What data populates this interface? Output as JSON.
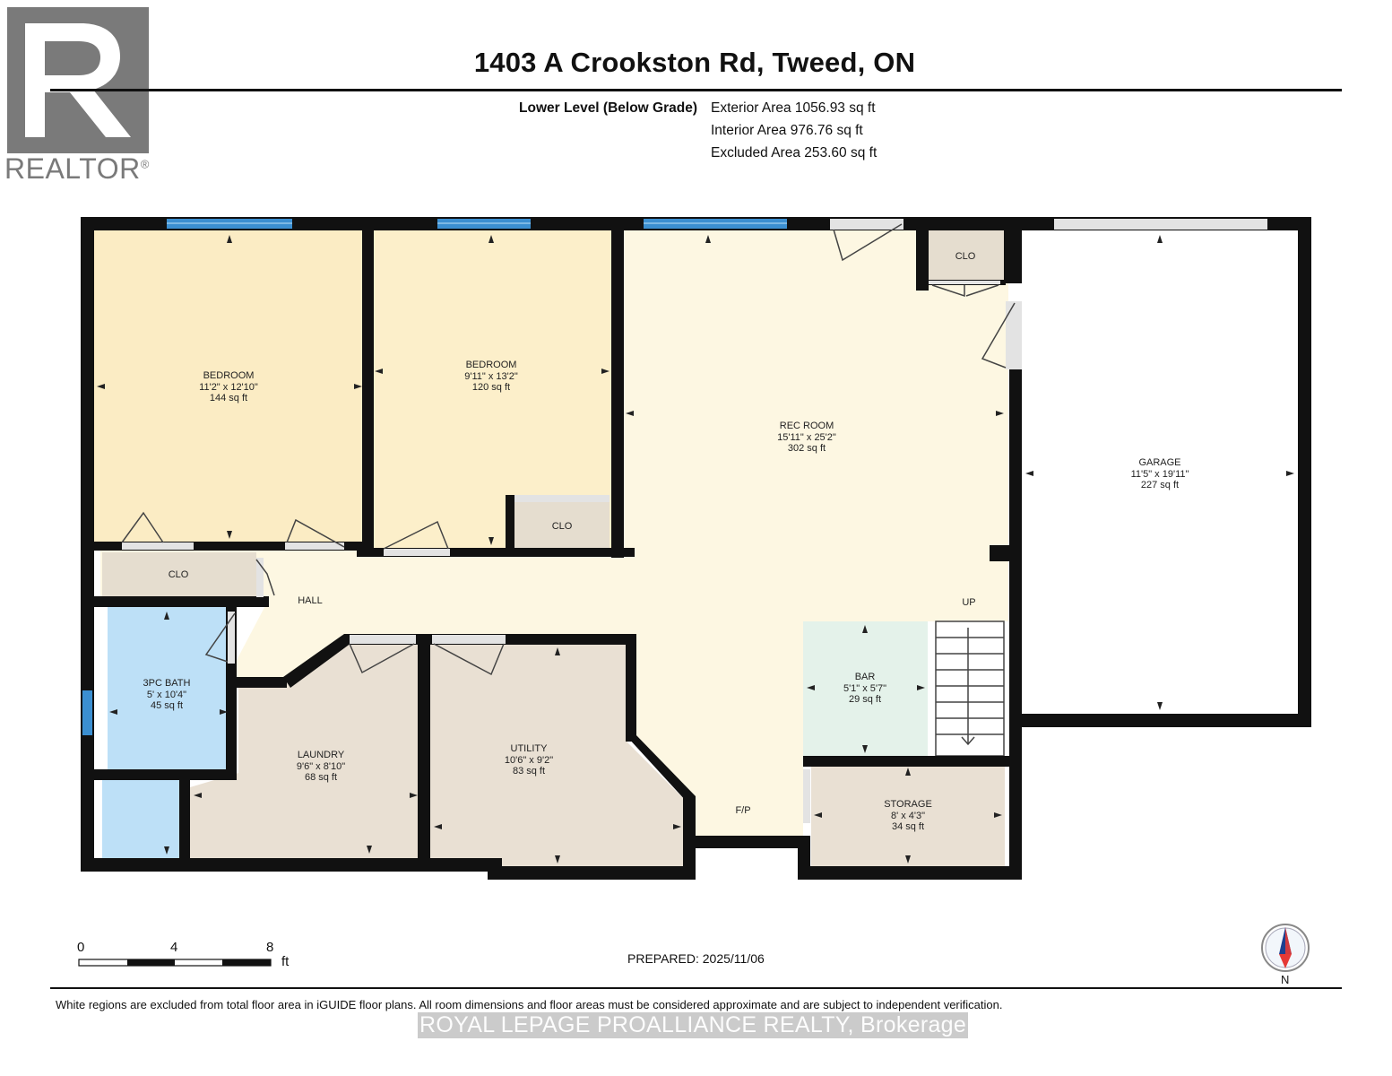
{
  "logo": {
    "text": "REALTOR",
    "mark": "®"
  },
  "title": "1403 A Crookston Rd, Tweed, ON",
  "level": "Lower Level (Below Grade)",
  "areas": {
    "exterior": "Exterior Area 1056.93 sq ft",
    "interior": "Interior Area 976.76 sq ft",
    "excluded": "Excluded Area 253.60 sq ft"
  },
  "rooms": {
    "bedroom1": {
      "name": "BEDROOM",
      "dims": "11'2\" x 12'10\"",
      "area": "144 sq ft"
    },
    "bedroom2": {
      "name": "BEDROOM",
      "dims": "9'11\" x 13'2\"",
      "area": "120 sq ft"
    },
    "rec": {
      "name": "REC ROOM",
      "dims": "15'11\" x 25'2\"",
      "area": "302 sq ft"
    },
    "garage": {
      "name": "GARAGE",
      "dims": "11'5\" x 19'11\"",
      "area": "227 sq ft"
    },
    "bath": {
      "name": "3PC BATH",
      "dims": "5' x 10'4\"",
      "area": "45 sq ft"
    },
    "laundry": {
      "name": "LAUNDRY",
      "dims": "9'6\" x 8'10\"",
      "area": "68 sq ft"
    },
    "utility": {
      "name": "UTILITY",
      "dims": "10'6\" x 9'2\"",
      "area": "83 sq ft"
    },
    "bar": {
      "name": "BAR",
      "dims": "5'1\" x 5'7\"",
      "area": "29 sq ft"
    },
    "storage": {
      "name": "STORAGE",
      "dims": "8' x 4'3\"",
      "area": "34 sq ft"
    }
  },
  "labels": {
    "clo": "CLO",
    "hall": "HALL",
    "up": "UP",
    "fp": "F/P"
  },
  "scale": {
    "ticks": [
      "0",
      "4",
      "8"
    ],
    "unit": "ft"
  },
  "compass": "N",
  "prepared": "PREPARED: 2025/11/06",
  "disclaimer": "White regions are excluded from total floor area in iGUIDE floor plans. All room dimensions and floor areas must be considered approximate and are subject to independent verification.",
  "watermark": "ROYAL LEPAGE PROALLIANCE REALTY, Brokerage",
  "colors": {
    "bedroom": "#fbecc4",
    "bedroom2": "#fcefca",
    "rec": "#fdf7e2",
    "bath": "#bde0f7",
    "utility": "#e9e0d3",
    "bar": "#e4f2ea",
    "closet": "#e5ddcf",
    "wall": "#111111",
    "window": "#3b8fd1",
    "door": "#cccccc"
  }
}
